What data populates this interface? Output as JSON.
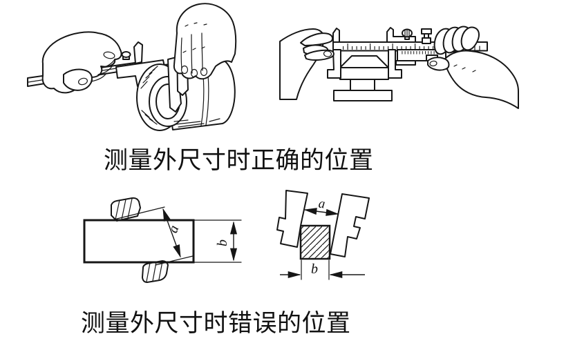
{
  "page": {
    "background": "#ffffff",
    "ink": "#161616"
  },
  "sections": {
    "correct": {
      "caption": "测量外尺寸时正确的位置",
      "illustrations": [
        {
          "name": "hands-caliper-measuring-cylinder-illustration"
        },
        {
          "name": "hands-caliper-measuring-stepped-block-illustration"
        }
      ]
    },
    "incorrect": {
      "caption": "测量外尺寸时错误的位置",
      "labels": {
        "side_view_measured": "a",
        "side_view_true": "b",
        "front_view_measured": "a",
        "front_view_true": "b"
      }
    }
  }
}
